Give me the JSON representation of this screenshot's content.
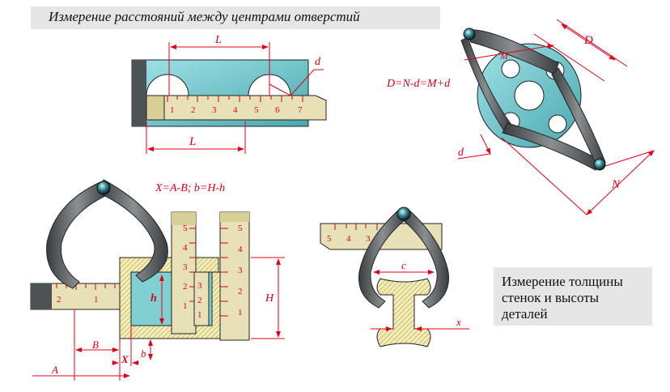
{
  "title": "Измерение расстояний между центрами отверстий",
  "caption": [
    "Измерение  толщины",
    "стенок  и высоты",
    "деталей"
  ],
  "labels": {
    "L_top": "L",
    "L_bottom": "L",
    "d_top": "d",
    "D": "D",
    "M": "M",
    "N": "N",
    "d_right": "d",
    "formula_right": "D=N-d=M+d",
    "formula_left": "X=A-B;   b=H-h",
    "h": "h",
    "H": "H",
    "A": "A",
    "B": "B",
    "X": "X",
    "b": "b",
    "c": "c",
    "x": "x"
  },
  "scales": {
    "top_ruler": [
      "1",
      "2",
      "3",
      "4",
      "5",
      "6",
      "7"
    ],
    "left_ruler": [
      "2",
      "1"
    ],
    "vertical_ruler_a": [
      "5",
      "4",
      "3",
      "2",
      "1"
    ],
    "vertical_ruler_b": [
      "5",
      "4",
      "3",
      "2",
      "1"
    ],
    "vertical_ruler_c": [
      "3",
      "2",
      "1"
    ],
    "middle_ruler": [
      "5",
      "4",
      "3"
    ]
  },
  "colors": {
    "dimension": "#e0001a",
    "cyan_part": "#7fcfd3",
    "caliper": "#55595b",
    "ruler": "#e8e1b8",
    "hatch_part": "#f1ecbd",
    "panel": "#e6e6e6"
  }
}
